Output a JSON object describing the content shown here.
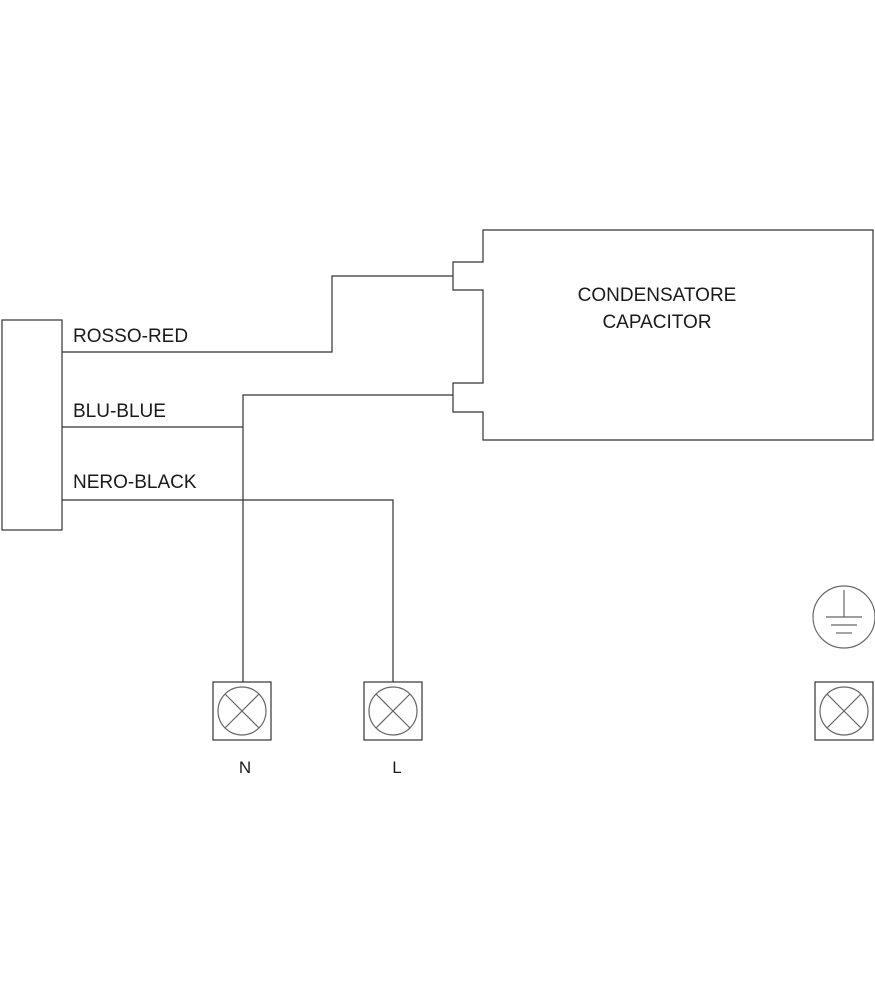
{
  "wires": {
    "red": "ROSSO-RED",
    "blue": "BLU-BLUE",
    "black": "NERO-BLACK"
  },
  "capacitor": {
    "line1": "CONDENSATORE",
    "line2": "CAPACITOR"
  },
  "terminals": {
    "neutral": "N",
    "line": "L",
    "earth": ""
  },
  "icons": [
    "terminal-n-icon",
    "terminal-l-icon",
    "terminal-earth-icon",
    "earth-symbol-icon"
  ],
  "colors": {
    "line": "#333333",
    "symbol": "#666666"
  }
}
